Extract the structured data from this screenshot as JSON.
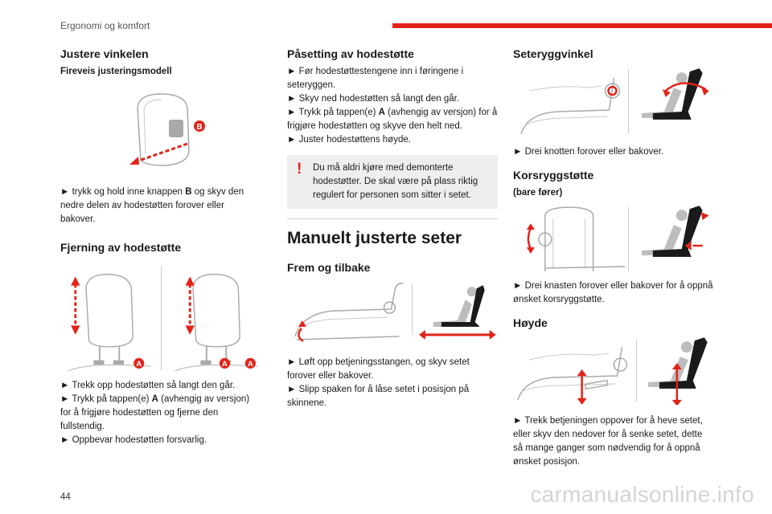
{
  "header": {
    "section": "Ergonomi og komfort"
  },
  "page_number": "44",
  "watermark": "carmanualsonline.info",
  "col1": {
    "h_angle": "Justere vinkelen",
    "h_forward_model": "Fireveis justeringsmodell",
    "label_b": "B",
    "step_b_part1": "► trykk og hold inne knappen ",
    "step_b_bold": "B",
    "step_b_part2": " og skyv den nedre delen av hodestøtten forover eller bakover.",
    "h_removal": "Fjerning av hodestøtte",
    "label_a": "A",
    "removal_step1": "► Trekk opp hodestøtten så langt den går.",
    "removal_step2_part1": "► Trykk på tappen(e) ",
    "removal_step2_bold": "A",
    "removal_step2_part2": " (avhengig av versjon) for å frigjøre hodestøtten og fjerne den fullstendig.",
    "removal_step3": "► Oppbevar hodestøtten forsvarlig."
  },
  "col2": {
    "h_fitting": "Påsetting av hodestøtte",
    "fit_step1": "► Før hodestøttestengene inn i føringene i seteryggen.",
    "fit_step2": "► Skyv ned hodestøtten så langt den går.",
    "fit_step3_part1": "► Trykk på tappen(e) ",
    "fit_step3_bold": "A",
    "fit_step3_part2": " (avhengig av versjon) for å frigjøre hodestøtten og skyve den helt ned.",
    "fit_step4": "► Juster hodestøttens høyde.",
    "warning_mark": "!",
    "warning_text": "Du må aldri kjøre med demonterte hodestøtter. De skal være på plass riktig regulert for personen som sitter i setet.",
    "h_manual": "Manuelt justerte seter",
    "h_fore_aft": "Frem og tilbake",
    "fore_step1": "► Løft opp betjeningsstangen, og skyv setet forover eller bakover.",
    "fore_step2": "► Slipp spaken for å låse setet i posisjon på skinnene."
  },
  "col3": {
    "h_backrest": "Seteryggvinkel",
    "backrest_step": "► Drei knotten forover eller bakover.",
    "h_lumbar": "Korsryggstøtte",
    "h_driver_only": "(bare fører)",
    "lumbar_step": "► Drei knasten forover eller bakover for å oppnå ønsket korsryggstøtte.",
    "h_height": "Høyde",
    "height_step": "► Trekk betjeningen oppover for å heve setet, eller skyv den nedover for å senke setet, dette så mange ganger som nødvendig for å oppnå ønsket posisjon."
  },
  "colors": {
    "accent": "#e2231a",
    "illustration_line": "#a9a9a9",
    "illustration_fill": "#bdbdbd"
  },
  "icons": [
    "headrest-illustration",
    "seat-illustration",
    "seated-figure-icon",
    "rotate-arrow-icon",
    "warning-icon"
  ]
}
